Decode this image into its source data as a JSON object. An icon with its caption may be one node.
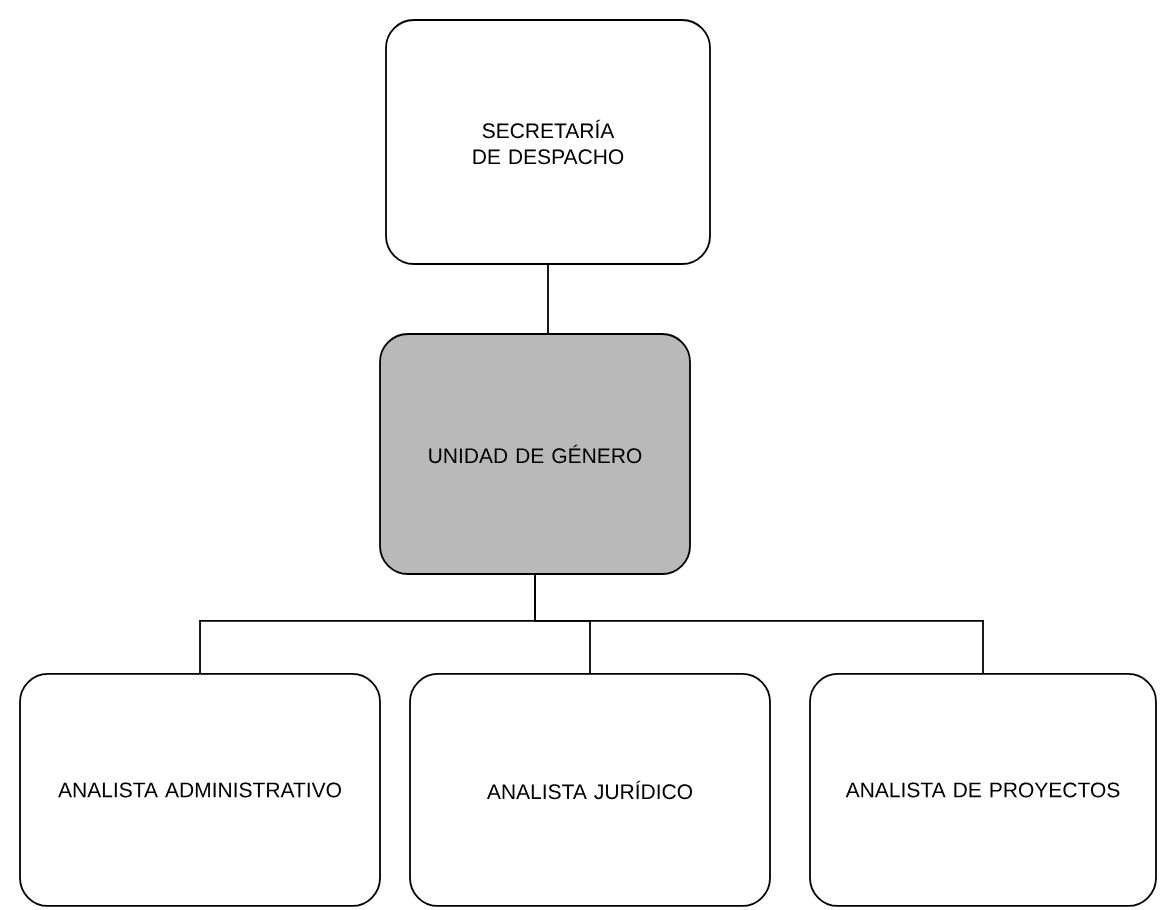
{
  "diagram": {
    "nodes": [
      {
        "text": [
          "SECRETARÍA DE DESPACHO"
        ]
      },
      {
        "text": [
          "UNIDAD DE GÉNERO"
        ]
      },
      {
        "text": [
          "ANALISTA ADMINISTRATIVO"
        ]
      },
      {
        "text": [
          "ANALISTA JURÍDICO"
        ]
      },
      {
        "text": [
          "ANALISTA DE PROYECTOS"
        ]
      }
    ],
    "edges": [
      {
        "from": 0,
        "to": 1,
        "arrow": "none"
      },
      {
        "from": 1,
        "to": 2,
        "arrow": "none"
      },
      {
        "from": 1,
        "to": 3,
        "arrow": "none"
      },
      {
        "from": 1,
        "to": 4,
        "arrow": "none"
      }
    ]
  }
}
